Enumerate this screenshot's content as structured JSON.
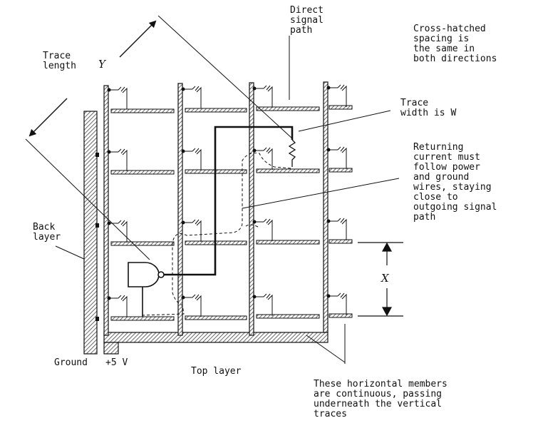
{
  "labels": {
    "trace_length": "Trace\nlength",
    "y_axis": "Y",
    "direct_signal_path": "Direct\nsignal\npath",
    "cross_hatched_note": "Cross-hatched\nspacing is\nthe same in\nboth directions",
    "trace_width": "Trace\nwidth is W",
    "returning_current": "Returning\ncurrent must\nfollow power\nand ground\nwires, staying\nclose to\noutgoing signal\npath",
    "back_layer": "Back\nlayer",
    "x_axis": "X",
    "ground": "Ground",
    "plus_5v": "+5 V",
    "top_layer": "Top layer",
    "horizontal_members_note": "These horizontal members\nare continuous, passing\nunderneath the vertical\ntraces"
  },
  "colors": {
    "ink": "#111111",
    "hatch": "#555555"
  }
}
